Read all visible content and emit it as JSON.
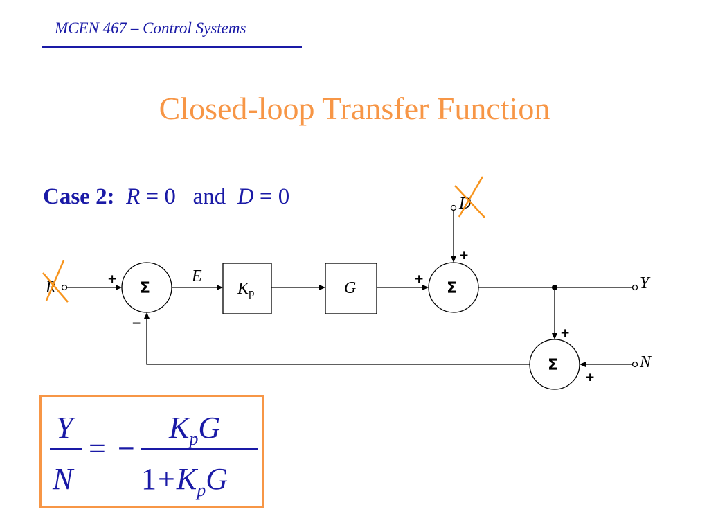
{
  "header": {
    "course": "MCEN 467 – Control Systems"
  },
  "title": "Closed-loop Transfer Function",
  "case": {
    "label": "Case 2:",
    "r": "R",
    "eq1": " = 0",
    "and": "and",
    "d": "D",
    "eq2": " = 0"
  },
  "diagram": {
    "nodes": {
      "R": "R",
      "D": "D",
      "Y": "Y",
      "N": "N",
      "E": "E"
    },
    "blocks": {
      "kp_main": "K",
      "kp_sub": "p",
      "g": "G"
    },
    "sum_symbol": "Σ",
    "signs": {
      "plus": "+",
      "minus": "−"
    },
    "crossed_out": [
      "R",
      "D"
    ],
    "cross_color": "#f7941d"
  },
  "formula": {
    "lhs_num": "Y",
    "lhs_den": "N",
    "equals": "=",
    "neg": "−",
    "rhs_num_K": "K",
    "rhs_num_sub": "p",
    "rhs_num_G": "G",
    "rhs_den_one": "1",
    "rhs_den_plus": "+",
    "rhs_den_K": "K",
    "rhs_den_sub": "p",
    "rhs_den_G": "G"
  },
  "colors": {
    "accent": "#f79646",
    "text_blue": "#1a1aa6"
  }
}
